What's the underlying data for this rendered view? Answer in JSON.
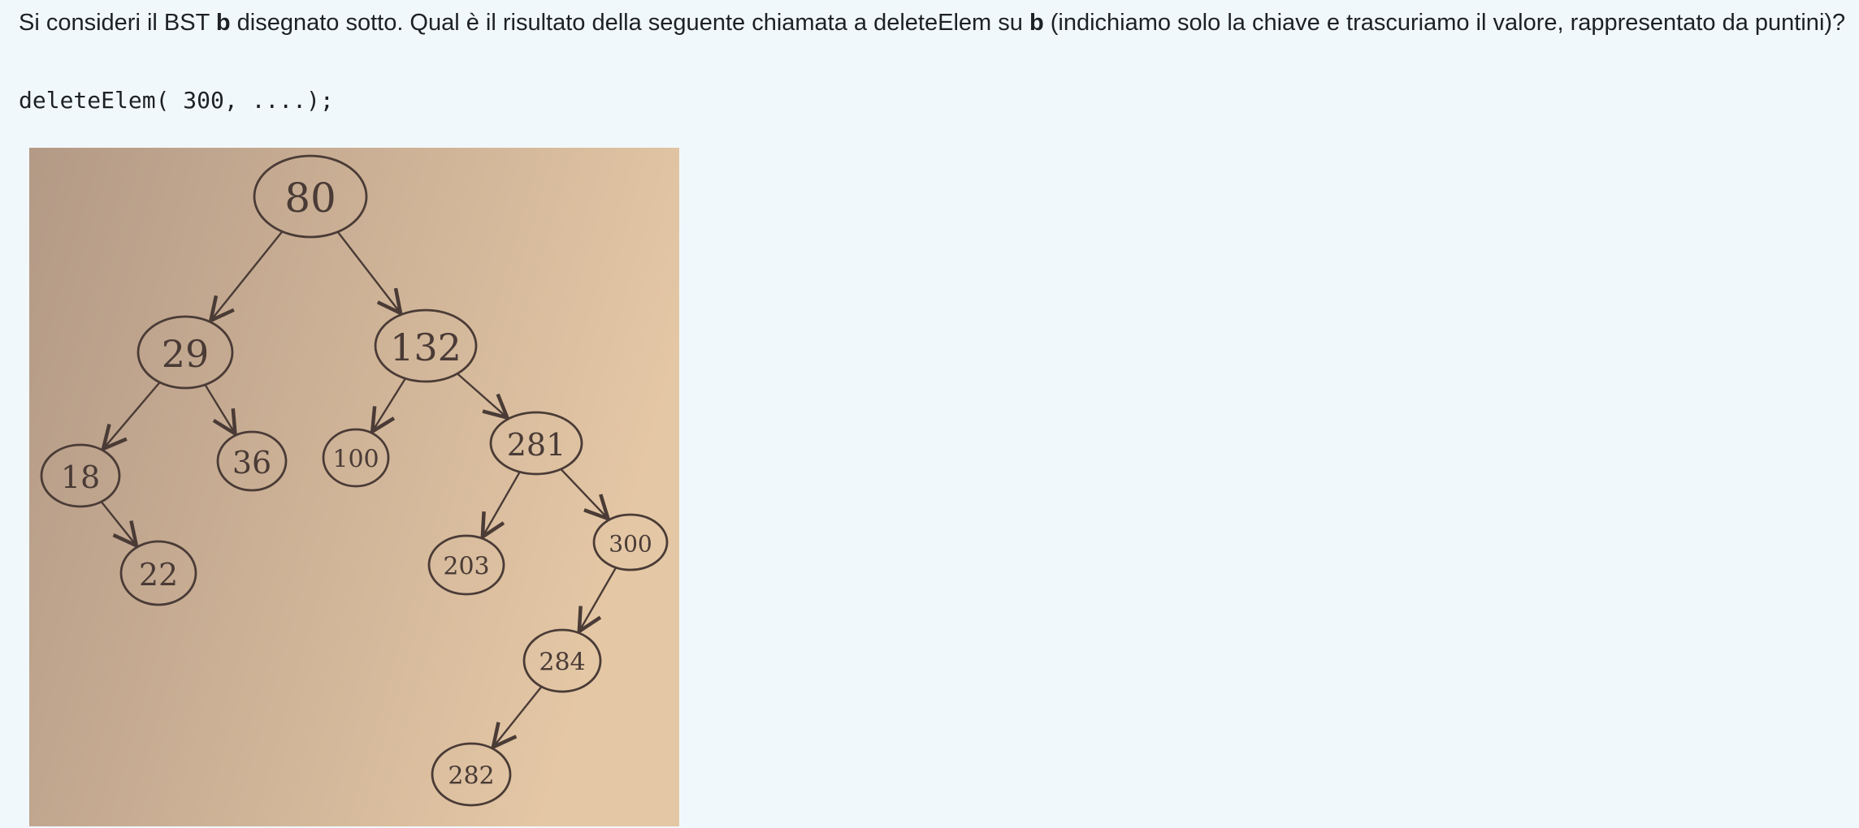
{
  "question": {
    "part1": "Si consideri il BST ",
    "bold1": "b",
    "part2": " disegnato sotto. Qual è il risultato della seguente chiamata a deleteElem su ",
    "bold2": "b",
    "part3": " (indichiamo solo la chiave e trascuriamo il valore, rappresentato da puntini)?"
  },
  "code": "deleteElem( 300, ....);",
  "tree_image": {
    "nodes": [
      {
        "id": "n80",
        "label": "80"
      },
      {
        "id": "n29",
        "label": "29"
      },
      {
        "id": "n132",
        "label": "132"
      },
      {
        "id": "n18",
        "label": "18"
      },
      {
        "id": "n36",
        "label": "36"
      },
      {
        "id": "n100",
        "label": "100"
      },
      {
        "id": "n281",
        "label": "281"
      },
      {
        "id": "n22",
        "label": "22"
      },
      {
        "id": "n203",
        "label": "203"
      },
      {
        "id": "n300",
        "label": "300"
      },
      {
        "id": "n284",
        "label": "284"
      },
      {
        "id": "n282",
        "label": "282"
      }
    ],
    "edges": [
      [
        "n80",
        "n29"
      ],
      [
        "n80",
        "n132"
      ],
      [
        "n29",
        "n18"
      ],
      [
        "n29",
        "n36"
      ],
      [
        "n132",
        "n100"
      ],
      [
        "n132",
        "n281"
      ],
      [
        "n18",
        "n22"
      ],
      [
        "n281",
        "n203"
      ],
      [
        "n281",
        "n300"
      ],
      [
        "n300",
        "n284"
      ],
      [
        "n284",
        "n282"
      ]
    ],
    "colors": {
      "paper_left": "#b39a86",
      "paper_right": "#e4c7a5",
      "ink": "#4a3b36"
    }
  }
}
